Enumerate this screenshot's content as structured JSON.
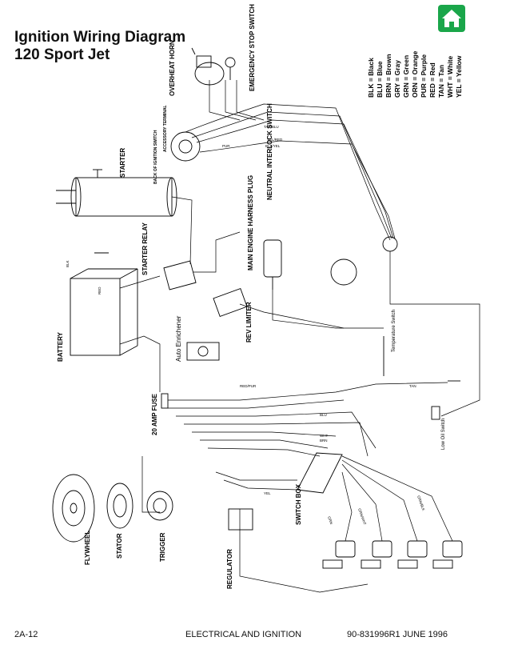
{
  "header": {
    "title_line1": "Ignition Wiring Diagram",
    "title_line2": "120 Sport Jet"
  },
  "nav": {
    "home_icon": "home-icon"
  },
  "legend": [
    "BLK = Black",
    "BLU = Blue",
    "BRN = Brown",
    "GRY = Gray",
    "GRN = Green",
    "ORN = Orange",
    "PUR = Purple",
    "RED = Red",
    "TAN = Tan",
    "WHT = White",
    "YEL = Yellow"
  ],
  "components": {
    "emergency_stop": "EMERGENCY STOP SWITCH",
    "overheat_horn": "OVERHEAT HORN",
    "accessory_terminal": "ACCESSORY TERMINAL",
    "back_of_ignition": "BACK OF IGNITION SWITCH",
    "starter": "STARTER",
    "neutral_interlock": "NEUTRAL INTERLOCK SWITCH",
    "main_harness": "MAIN ENGINE HARNESS PLUG",
    "starter_relay": "STARTER RELAY",
    "battery": "BATTERY",
    "rev_limiter": "REV LIMITER",
    "auto_enrichener": "Auto Enrichener",
    "temperature_switch": "Temperature Switch",
    "fuse": "20 AMP FUSE",
    "low_oil": "Low Oil Switch",
    "switch_box": "SWITCH BOX",
    "flywheel": "FLYWHEEL",
    "stator": "STATOR",
    "trigger": "TRIGGER",
    "regulator": "REGULATOR"
  },
  "wire_labels": {
    "tan_blu": "TAN/BLU",
    "blk_yel": "BLK/YEL",
    "yel_red": "YEL/RED",
    "red_pur": "RED/PUR",
    "pur": "PUR",
    "blk": "BLK",
    "red": "RED",
    "yel": "YEL",
    "wht": "WHT",
    "blu": "BLU",
    "brn": "BRN",
    "grn_wht": "GRN/WHT",
    "grn_blk": "GRN/BLK",
    "grn": "GRN",
    "tan": "TAN"
  },
  "footer": {
    "page": "2A-12",
    "section": "ELECTRICAL AND IGNITION",
    "doc": "90-831996R1   JUNE 1996"
  }
}
